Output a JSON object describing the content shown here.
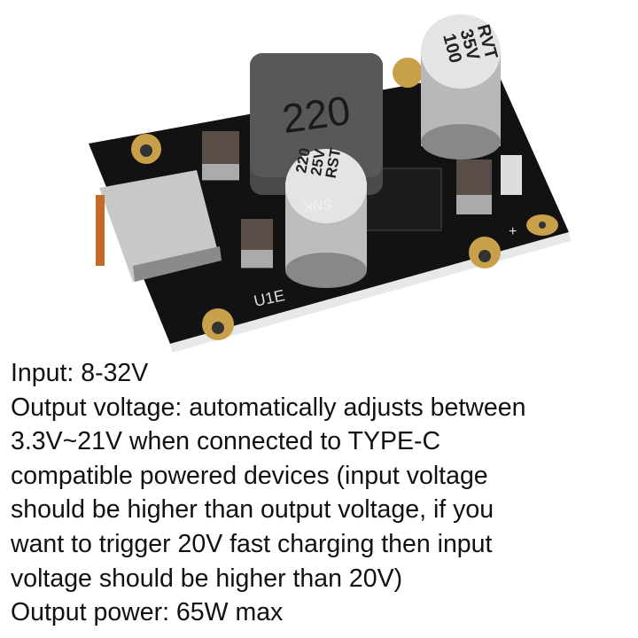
{
  "product_image": {
    "inductor_label": "220",
    "cap_large_label": [
      "100",
      "35V",
      "RVT"
    ],
    "cap_small_label": [
      "220",
      "25V",
      "RST",
      "SNK"
    ],
    "silkscreen_label": "U1E",
    "plus_mark": "+"
  },
  "description": {
    "lines": [
      "Input: 8-32V",
      "Output voltage: automatically adjusts between",
      "3.3V~21V when connected to TYPE-C",
      "compatible powered devices (input voltage",
      "should be higher than output voltage, if you",
      "want to trigger 20V fast charging then input",
      "voltage should be higher than 20V)",
      "Output power: 65W max"
    ]
  }
}
